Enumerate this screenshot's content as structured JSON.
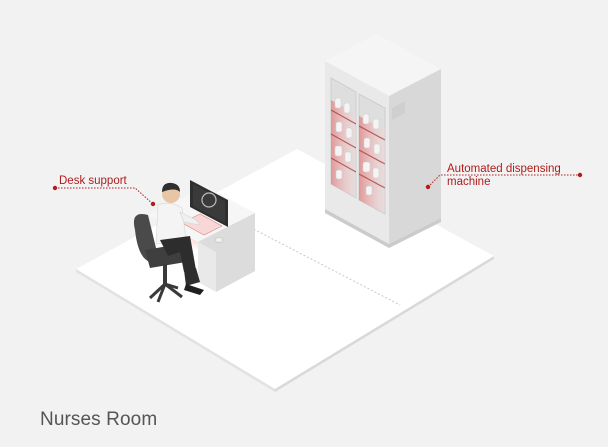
{
  "room": {
    "title": "Nurses Room"
  },
  "callouts": {
    "desk_support": "Desk support",
    "dispensing_line1": "Automated dispensing",
    "dispensing_line2": "machine"
  },
  "colors": {
    "background": "#f2f2f2",
    "floor": "#ffffff",
    "accent": "#b01c1c",
    "highlight": "#f3c9c9",
    "cabinet": "#ececec"
  },
  "icons": {
    "desk_marker": "red-dot-icon",
    "machine_marker": "red-dot-icon"
  }
}
